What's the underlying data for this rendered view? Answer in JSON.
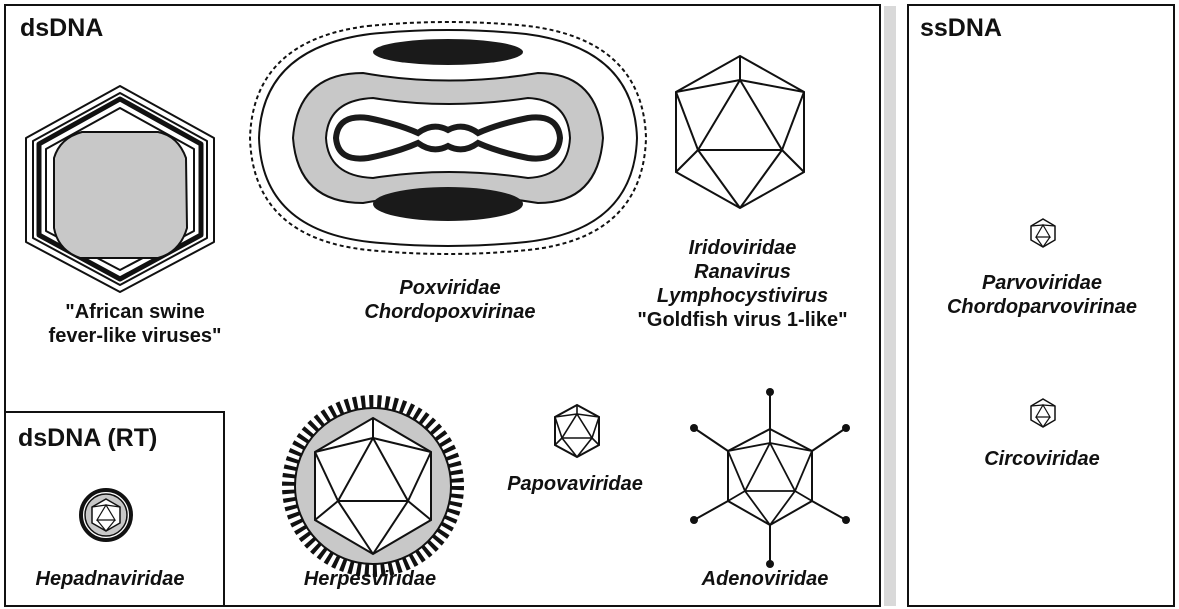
{
  "sections": {
    "dsdna": {
      "title": "dsDNA"
    },
    "dsdna_rt": {
      "title": "dsDNA (RT)"
    },
    "ssdna": {
      "title": "ssDNA"
    }
  },
  "viruses": {
    "asfv": {
      "lines": [
        "\"African swine",
        "fever-like viruses\""
      ],
      "icon": "asfv-virion"
    },
    "pox": {
      "lines": [
        "Poxviridae",
        "Chordopoxvirinae"
      ],
      "icon": "poxvirus-virion"
    },
    "irido": {
      "lines": [
        "Iridoviridae",
        "Ranavirus",
        "Lymphocystivirus",
        "\"Goldfish virus 1-like\""
      ],
      "icon": "icosahedron"
    },
    "herpes": {
      "label": "Herpesviridae",
      "icon": "herpesvirus-virion"
    },
    "papova": {
      "label": "Papovaviridae",
      "icon": "icosahedron"
    },
    "adeno": {
      "label": "Adenoviridae",
      "icon": "adenovirus-virion"
    },
    "hepadna": {
      "label": "Hepadnaviridae",
      "icon": "hepadnavirus-virion"
    },
    "parvo": {
      "lines": [
        "Parvoviridae",
        "Chordoparvovirinae"
      ],
      "icon": "icosahedron"
    },
    "circo": {
      "label": "Circoviridae",
      "icon": "icosahedron"
    }
  },
  "colors": {
    "ink": "#111111",
    "capsid_fill": "#c8c8c8",
    "envelope": "#ffffff"
  }
}
